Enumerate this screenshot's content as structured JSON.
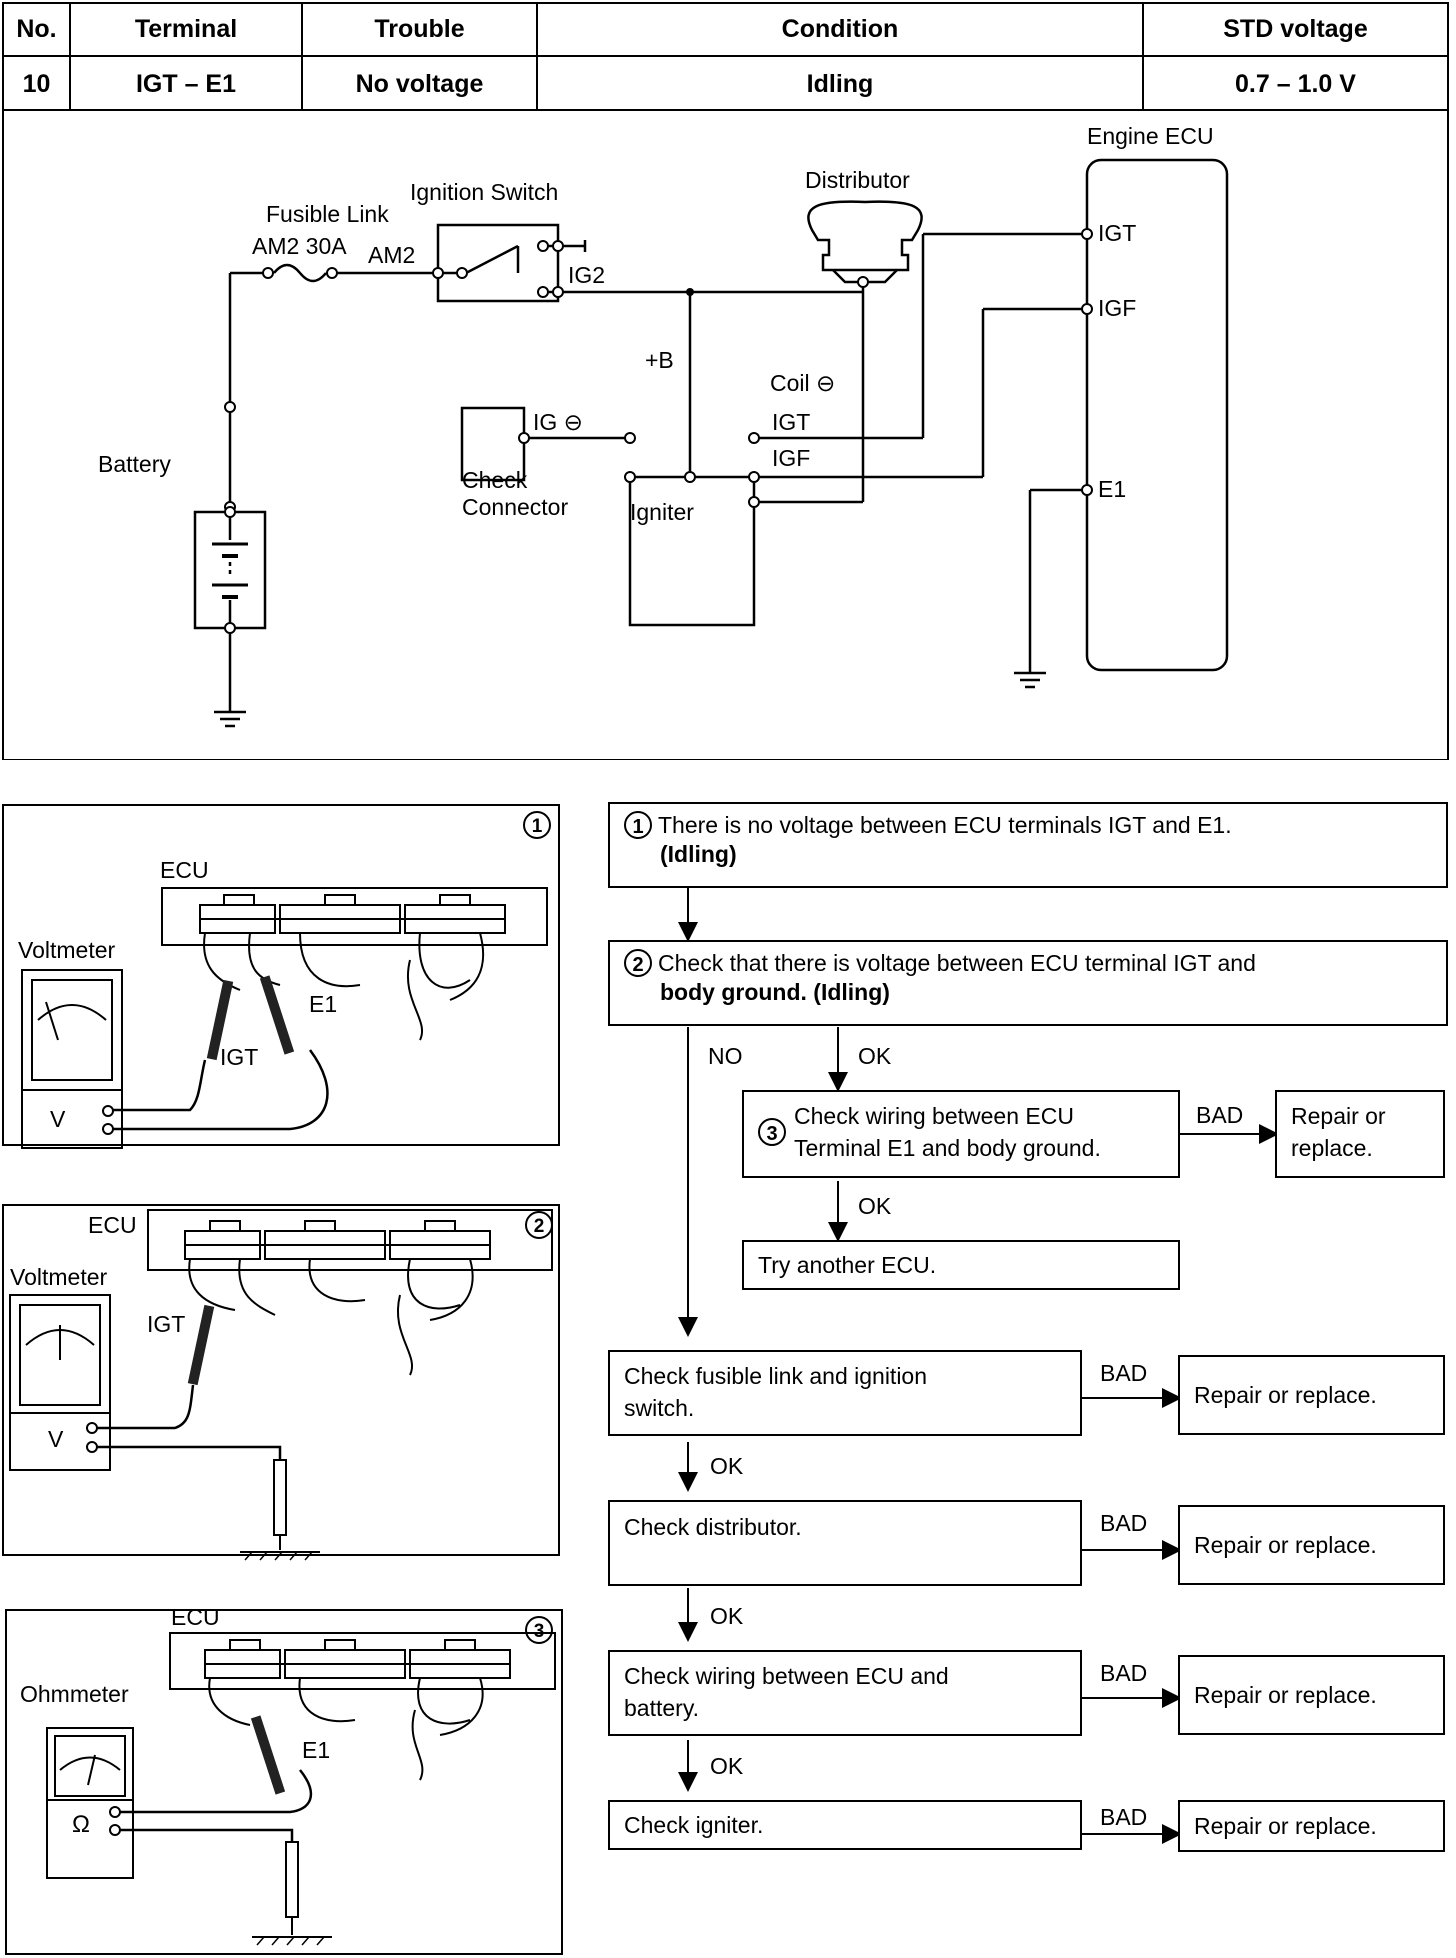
{
  "table": {
    "headers": [
      "No.",
      "Terminal",
      "Trouble",
      "Condition",
      "STD voltage"
    ],
    "row": [
      "10",
      "IGT – E1",
      "No voltage",
      "Idling",
      "0.7 – 1.0 V"
    ]
  },
  "circuit": {
    "fusible_link": "Fusible Link",
    "ignition_switch": "Ignition Switch",
    "am2": "AM2",
    "am2_30a": "AM2 30A",
    "ig2": "IG2",
    "distributor": "Distributor",
    "engine_ecu": "Engine ECU",
    "igt": "IGT",
    "igf": "IGF",
    "e1": "E1",
    "battery": "Battery",
    "plus_b": "+B",
    "coil": "Coil ⊖",
    "igniter_igt": "IGT",
    "igniter_igf": "IGF",
    "ig_minus": "IG ⊖",
    "check_connector_1": "Check",
    "check_connector_2": "Connector",
    "igniter": "Igniter"
  },
  "panels": {
    "p1": {
      "num": "1",
      "ecu": "ECU",
      "meter": "Voltmeter",
      "probe_a": "IGT",
      "probe_b": "E1",
      "meter_sym": "V"
    },
    "p2": {
      "num": "2",
      "ecu": "ECU",
      "meter": "Voltmeter",
      "probe_a": "IGT",
      "meter_sym": "V"
    },
    "p3": {
      "num": "3",
      "ecu": "ECU",
      "meter": "Ohmmeter",
      "probe_b": "E1",
      "meter_sym": "Ω"
    }
  },
  "flow": {
    "step1": {
      "num": "1",
      "line1": "There is no voltage between ECU terminals IGT and E1.",
      "line2": "(Idling)"
    },
    "step2": {
      "num": "2",
      "line1": "Check that there is voltage between ECU terminal IGT and",
      "line2": "body ground. (Idling)"
    },
    "no": "NO",
    "ok": "OK",
    "bad": "BAD",
    "step3": {
      "num": "3",
      "line1": "Check wiring between ECU",
      "line2": "Terminal E1 and body ground."
    },
    "repair_two_line_1": "Repair or",
    "repair_two_line_2": "replace.",
    "try_ecu": "Try another ECU.",
    "fusible_1": "Check fusible link and ignition",
    "fusible_2": "switch.",
    "distributor": "Check distributor.",
    "wiring_1": "Check wiring between ECU and",
    "wiring_2": "battery.",
    "igniter": "Check igniter.",
    "repair": "Repair or replace."
  }
}
